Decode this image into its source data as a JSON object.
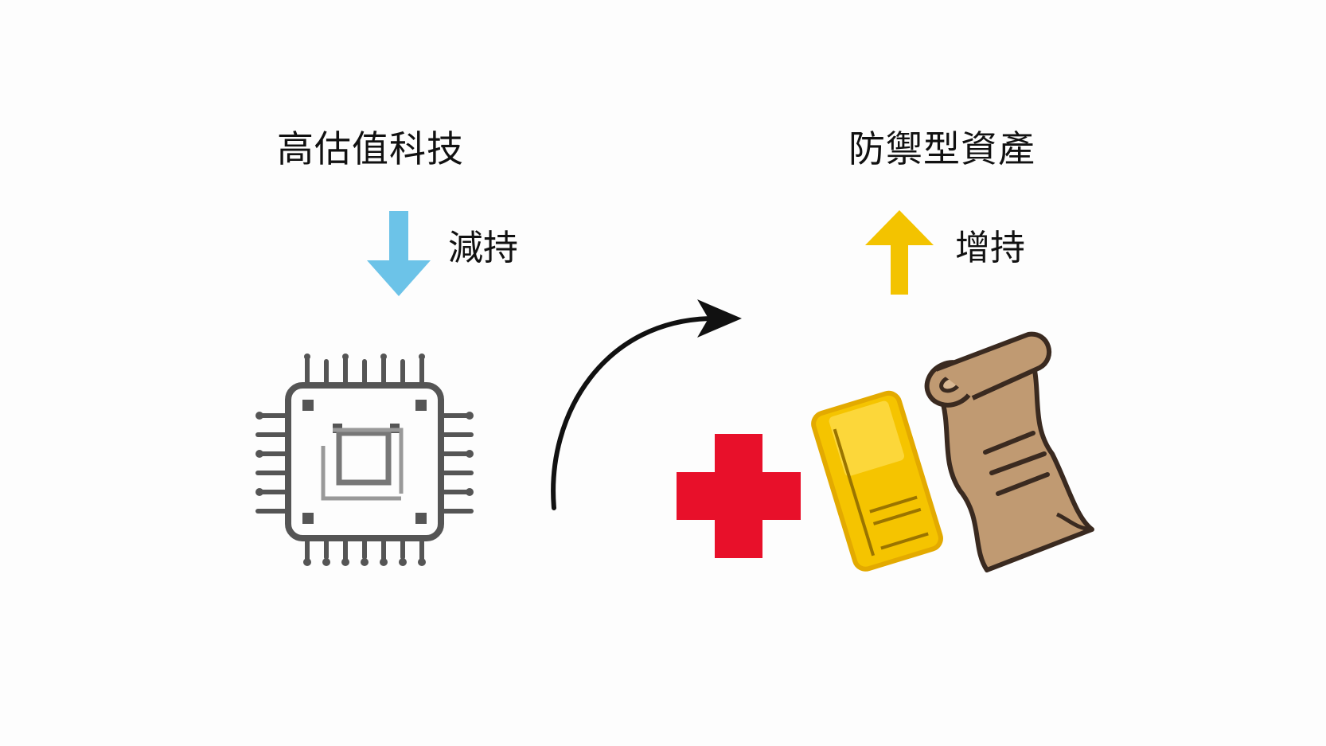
{
  "left": {
    "title": "高估值科技",
    "action": "減持",
    "arrow_color": "#6cc3e8",
    "icon": "microchip-icon"
  },
  "right": {
    "title": "防禦型資產",
    "action": "增持",
    "arrow_color": "#f3c300",
    "icons": [
      "red-cross-icon",
      "gold-bar-icon",
      "scroll-icon"
    ]
  },
  "transition": {
    "icon": "curved-arrow-icon",
    "color": "#111111"
  },
  "colors": {
    "chip": "#555555",
    "red_cross": "#e8102a",
    "gold": "#f5c400",
    "scroll": "#c09a72"
  }
}
